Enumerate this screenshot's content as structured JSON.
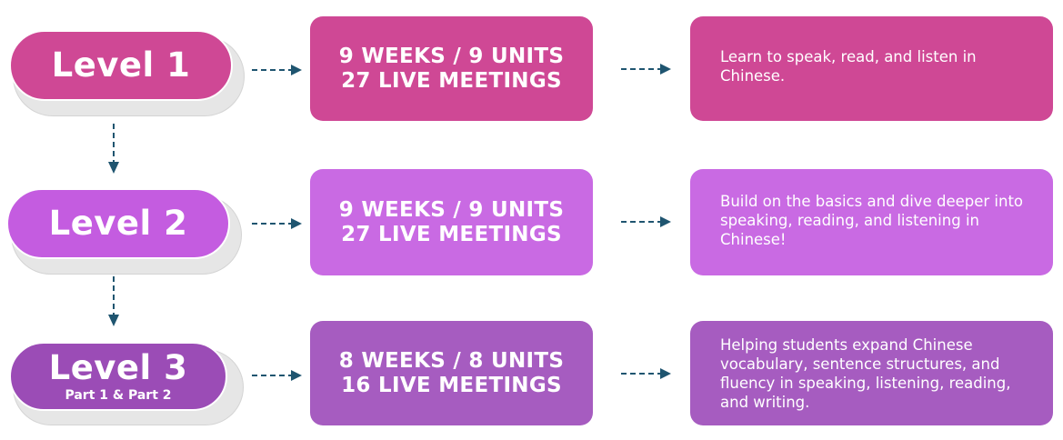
{
  "levels": [
    {
      "title": "Level 1",
      "subtitle": "",
      "schedule_line1": "9 WEEKS / 9 UNITS",
      "schedule_line2": "27 LIVE MEETINGS",
      "description": "Learn to speak, read, and listen in Chinese.",
      "color": "#cf4895"
    },
    {
      "title": "Level 2",
      "subtitle": "",
      "schedule_line1": "9 WEEKS / 9 UNITS",
      "schedule_line2": "27 LIVE MEETINGS",
      "description": "Build on the basics and dive deeper into speaking, reading, and listening in Chinese!",
      "color": "#c96ae3"
    },
    {
      "title": "Level 3",
      "subtitle": "Part 1 & Part 2",
      "schedule_line1": "8 WEEKS / 8 UNITS",
      "schedule_line2": "16 LIVE MEETINGS",
      "description": "Helping students expand Chinese vocabulary, sentence structures, and fluency in speaking, listening, reading, and writing.",
      "color": "#a65cc0"
    }
  ],
  "arrow_color": "#1f5570",
  "icons": {
    "right_arrow": "dashed-right-arrow-icon",
    "down_arrow": "dashed-down-arrow-icon"
  }
}
